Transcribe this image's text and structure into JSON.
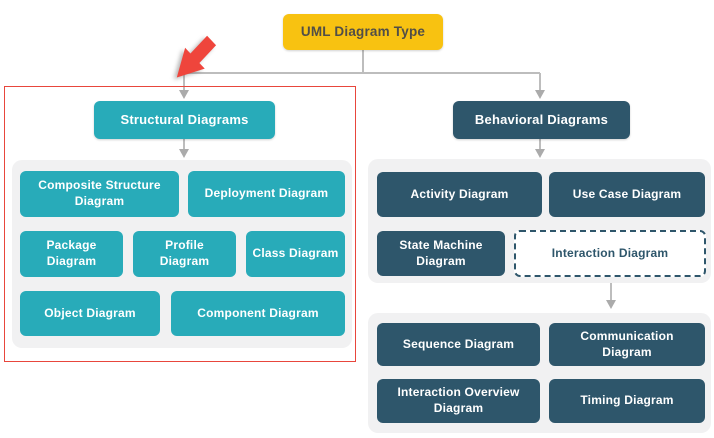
{
  "root": {
    "label": "UML Diagram Type"
  },
  "structural": {
    "header": "Structural Diagrams",
    "items": [
      "Composite Structure Diagram",
      "Deployment Diagram",
      "Package Diagram",
      "Profile Diagram",
      "Class Diagram",
      "Object Diagram",
      "Component Diagram"
    ]
  },
  "behavioral": {
    "header": "Behavioral Diagrams",
    "items": [
      "Activity Diagram",
      "Use Case Diagram",
      "State Machine Diagram",
      "Interaction Diagram"
    ],
    "interaction_items": [
      "Sequence Diagram",
      "Communication Diagram",
      "Interaction Overview Diagram",
      "Timing Diagram"
    ]
  },
  "colors": {
    "root_fill": "#F8C211",
    "root_text": "#514E48",
    "structural_fill": "#28ABB9",
    "behavioral_fill": "#2E566B",
    "panel_fill": "#F1F1F2",
    "connector_line": "#BDBDBD",
    "connector_arrow": "#ABABAB",
    "highlight_red": "#E8463C",
    "box_text": "#FFFFFF"
  },
  "annotations": {
    "highlight_target": "Structural Diagrams branch outlined in red with red pointer arrow"
  }
}
